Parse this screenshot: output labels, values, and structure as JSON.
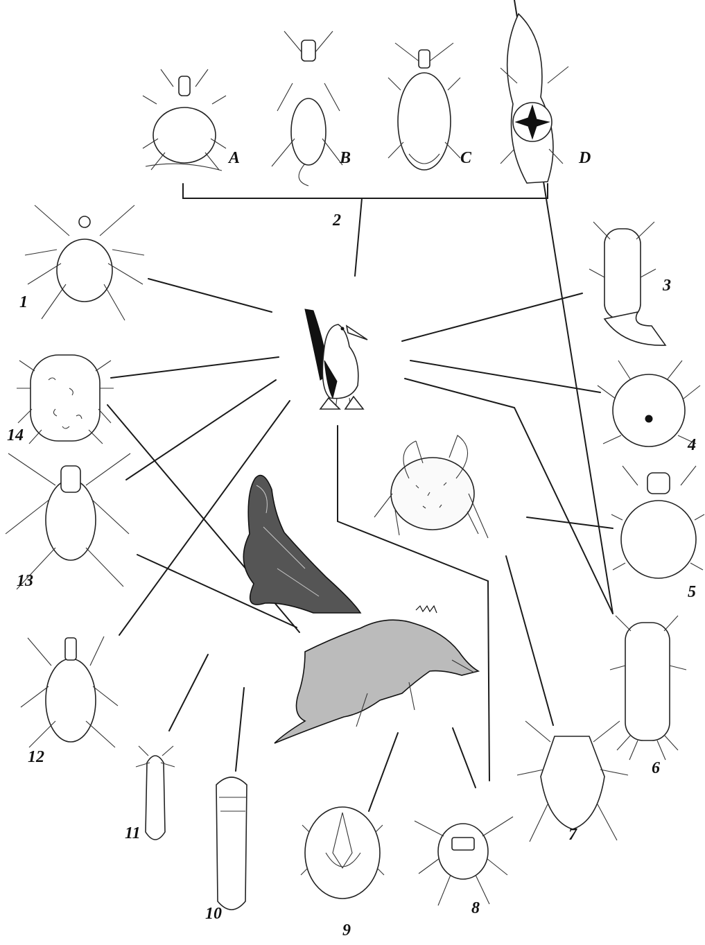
{
  "figure": {
    "group_labels": [
      "A",
      "B",
      "C",
      "D"
    ],
    "group_number": "2",
    "numbers": [
      "1",
      "3",
      "4",
      "5",
      "6",
      "7",
      "8",
      "9",
      "10",
      "11",
      "12",
      "13",
      "14"
    ]
  },
  "hosts": [
    "booby-bird",
    "sally-lightfoot-crab",
    "sea-lion",
    "marine-iguana"
  ],
  "colors": {
    "ink": "#111111",
    "background": "#ffffff"
  }
}
